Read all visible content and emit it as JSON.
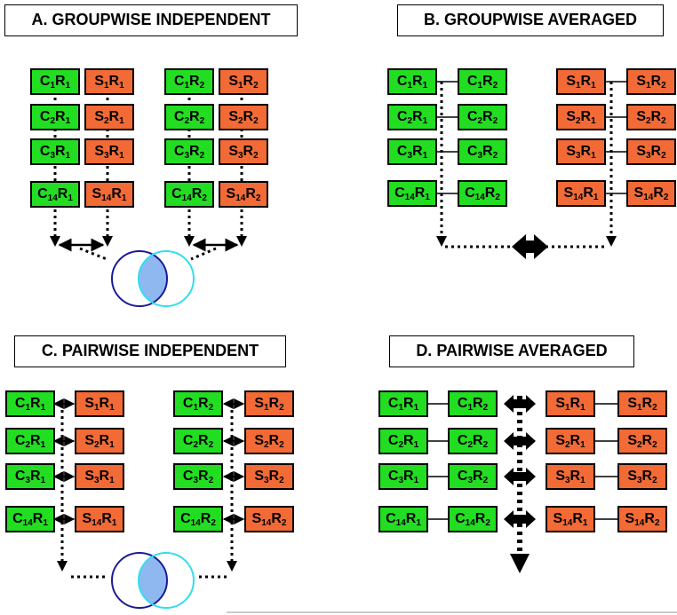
{
  "panels": {
    "a": {
      "title": "A.  GROUPWISE INDEPENDENT"
    },
    "b": {
      "title": "B.  GROUPWISE AVERAGED"
    },
    "c": {
      "title": "C.  PAIRWISE INDEPENDENT"
    },
    "d": {
      "title": "D.  PAIRWISE AVERAGED"
    }
  },
  "box_label_parts": {
    "c1r1": [
      "C",
      "1",
      "R",
      "1"
    ],
    "c2r1": [
      "C",
      "2",
      "R",
      "1"
    ],
    "c3r1": [
      "C",
      "3",
      "R",
      "1"
    ],
    "c14r1": [
      "C",
      "14",
      "R",
      "1"
    ],
    "c1r2": [
      "C",
      "1",
      "R",
      "2"
    ],
    "c2r2": [
      "C",
      "2",
      "R",
      "2"
    ],
    "c3r2": [
      "C",
      "3",
      "R",
      "2"
    ],
    "c14r2": [
      "C",
      "14",
      "R",
      "2"
    ],
    "s1r1": [
      "S",
      "1",
      "R",
      "1"
    ],
    "s2r1": [
      "S",
      "2",
      "R",
      "1"
    ],
    "s3r1": [
      "S",
      "3",
      "R",
      "1"
    ],
    "s14r1": [
      "S",
      "14",
      "R",
      "1"
    ],
    "s1r2": [
      "S",
      "1",
      "R",
      "2"
    ],
    "s2r2": [
      "S",
      "2",
      "R",
      "2"
    ],
    "s3r2": [
      "S",
      "3",
      "R",
      "2"
    ],
    "s14r2": [
      "S",
      "14",
      "R",
      "2"
    ]
  },
  "colors": {
    "control_box": "#22dd22",
    "subject_box": "#f26a36",
    "venn_left_stroke": "#1a1a9a",
    "venn_right_stroke": "#33ddee",
    "venn_overlap_fill": "#8fb8f0"
  }
}
